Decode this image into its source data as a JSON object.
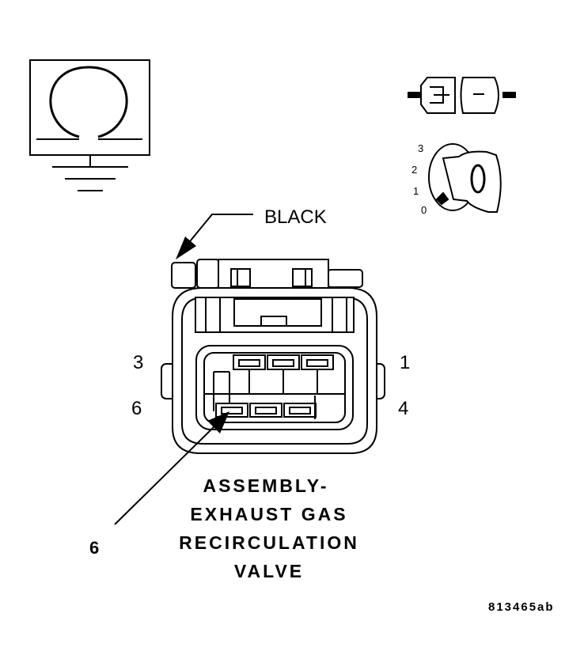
{
  "labels": {
    "wire_color": "BLACK",
    "pin_top_left": "3",
    "pin_top_right": "1",
    "pin_bottom_left": "6",
    "pin_bottom_right": "4",
    "callout_pin": "6",
    "title_line1": "ASSEMBLY-",
    "title_line2": "EXHAUST GAS",
    "title_line3": "RECIRCULATION",
    "title_line4": "VALVE",
    "figure_id": "813465ab"
  },
  "ignition": {
    "positions": [
      "3",
      "2",
      "1",
      "0"
    ]
  },
  "icons": {
    "ohmmeter": "ohm-meter-icon",
    "ground": "ground-icon",
    "connector": "unplugged-connector-icon",
    "ignition": "ignition-key-off-icon"
  },
  "colors": {
    "line": "#000000",
    "background": "#ffffff",
    "shading": "#d9d9d9"
  }
}
